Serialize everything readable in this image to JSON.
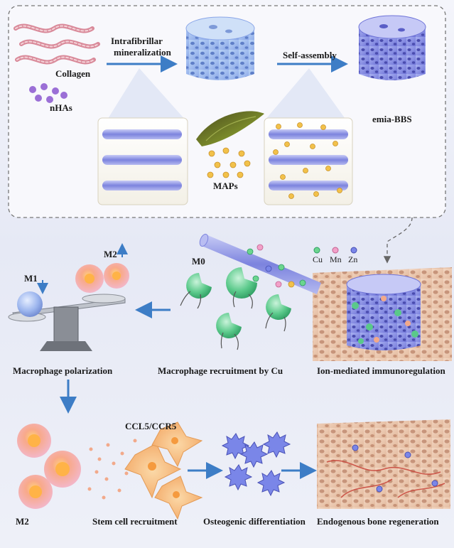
{
  "top_panel": {
    "collagen": "Collagen",
    "nhas": "nHAs",
    "step1": [
      "Intrafibrillar",
      "mineralization"
    ],
    "step2": "Self-assembly",
    "maps": "MAPs",
    "product": "emia-BBS"
  },
  "ions": {
    "cu": "Cu",
    "mn": "Mn",
    "zn": "Zn"
  },
  "middle_panel": {
    "m0": "M0",
    "m1": "M1",
    "m2_top": "M2",
    "polarization": "Macrophage polarization",
    "recruitment": "Macrophage recruitment by Cu",
    "immuno": "Ion-mediated immunoregulation"
  },
  "bottom_panel": {
    "m2": "M2",
    "ccl": "CCL5/CCR5",
    "stem": "Stem cell recruitment",
    "osteo": "Osteogenic differentiation",
    "bone": "Endogenous bone regeneration"
  },
  "colors": {
    "arrow": "#3d7dc6",
    "scaffold": "#7f86dc",
    "collagen": "#d98a9a",
    "macrophage": "#5ac98a",
    "stem": "#f4b070",
    "bone": "#e7c3a8"
  }
}
